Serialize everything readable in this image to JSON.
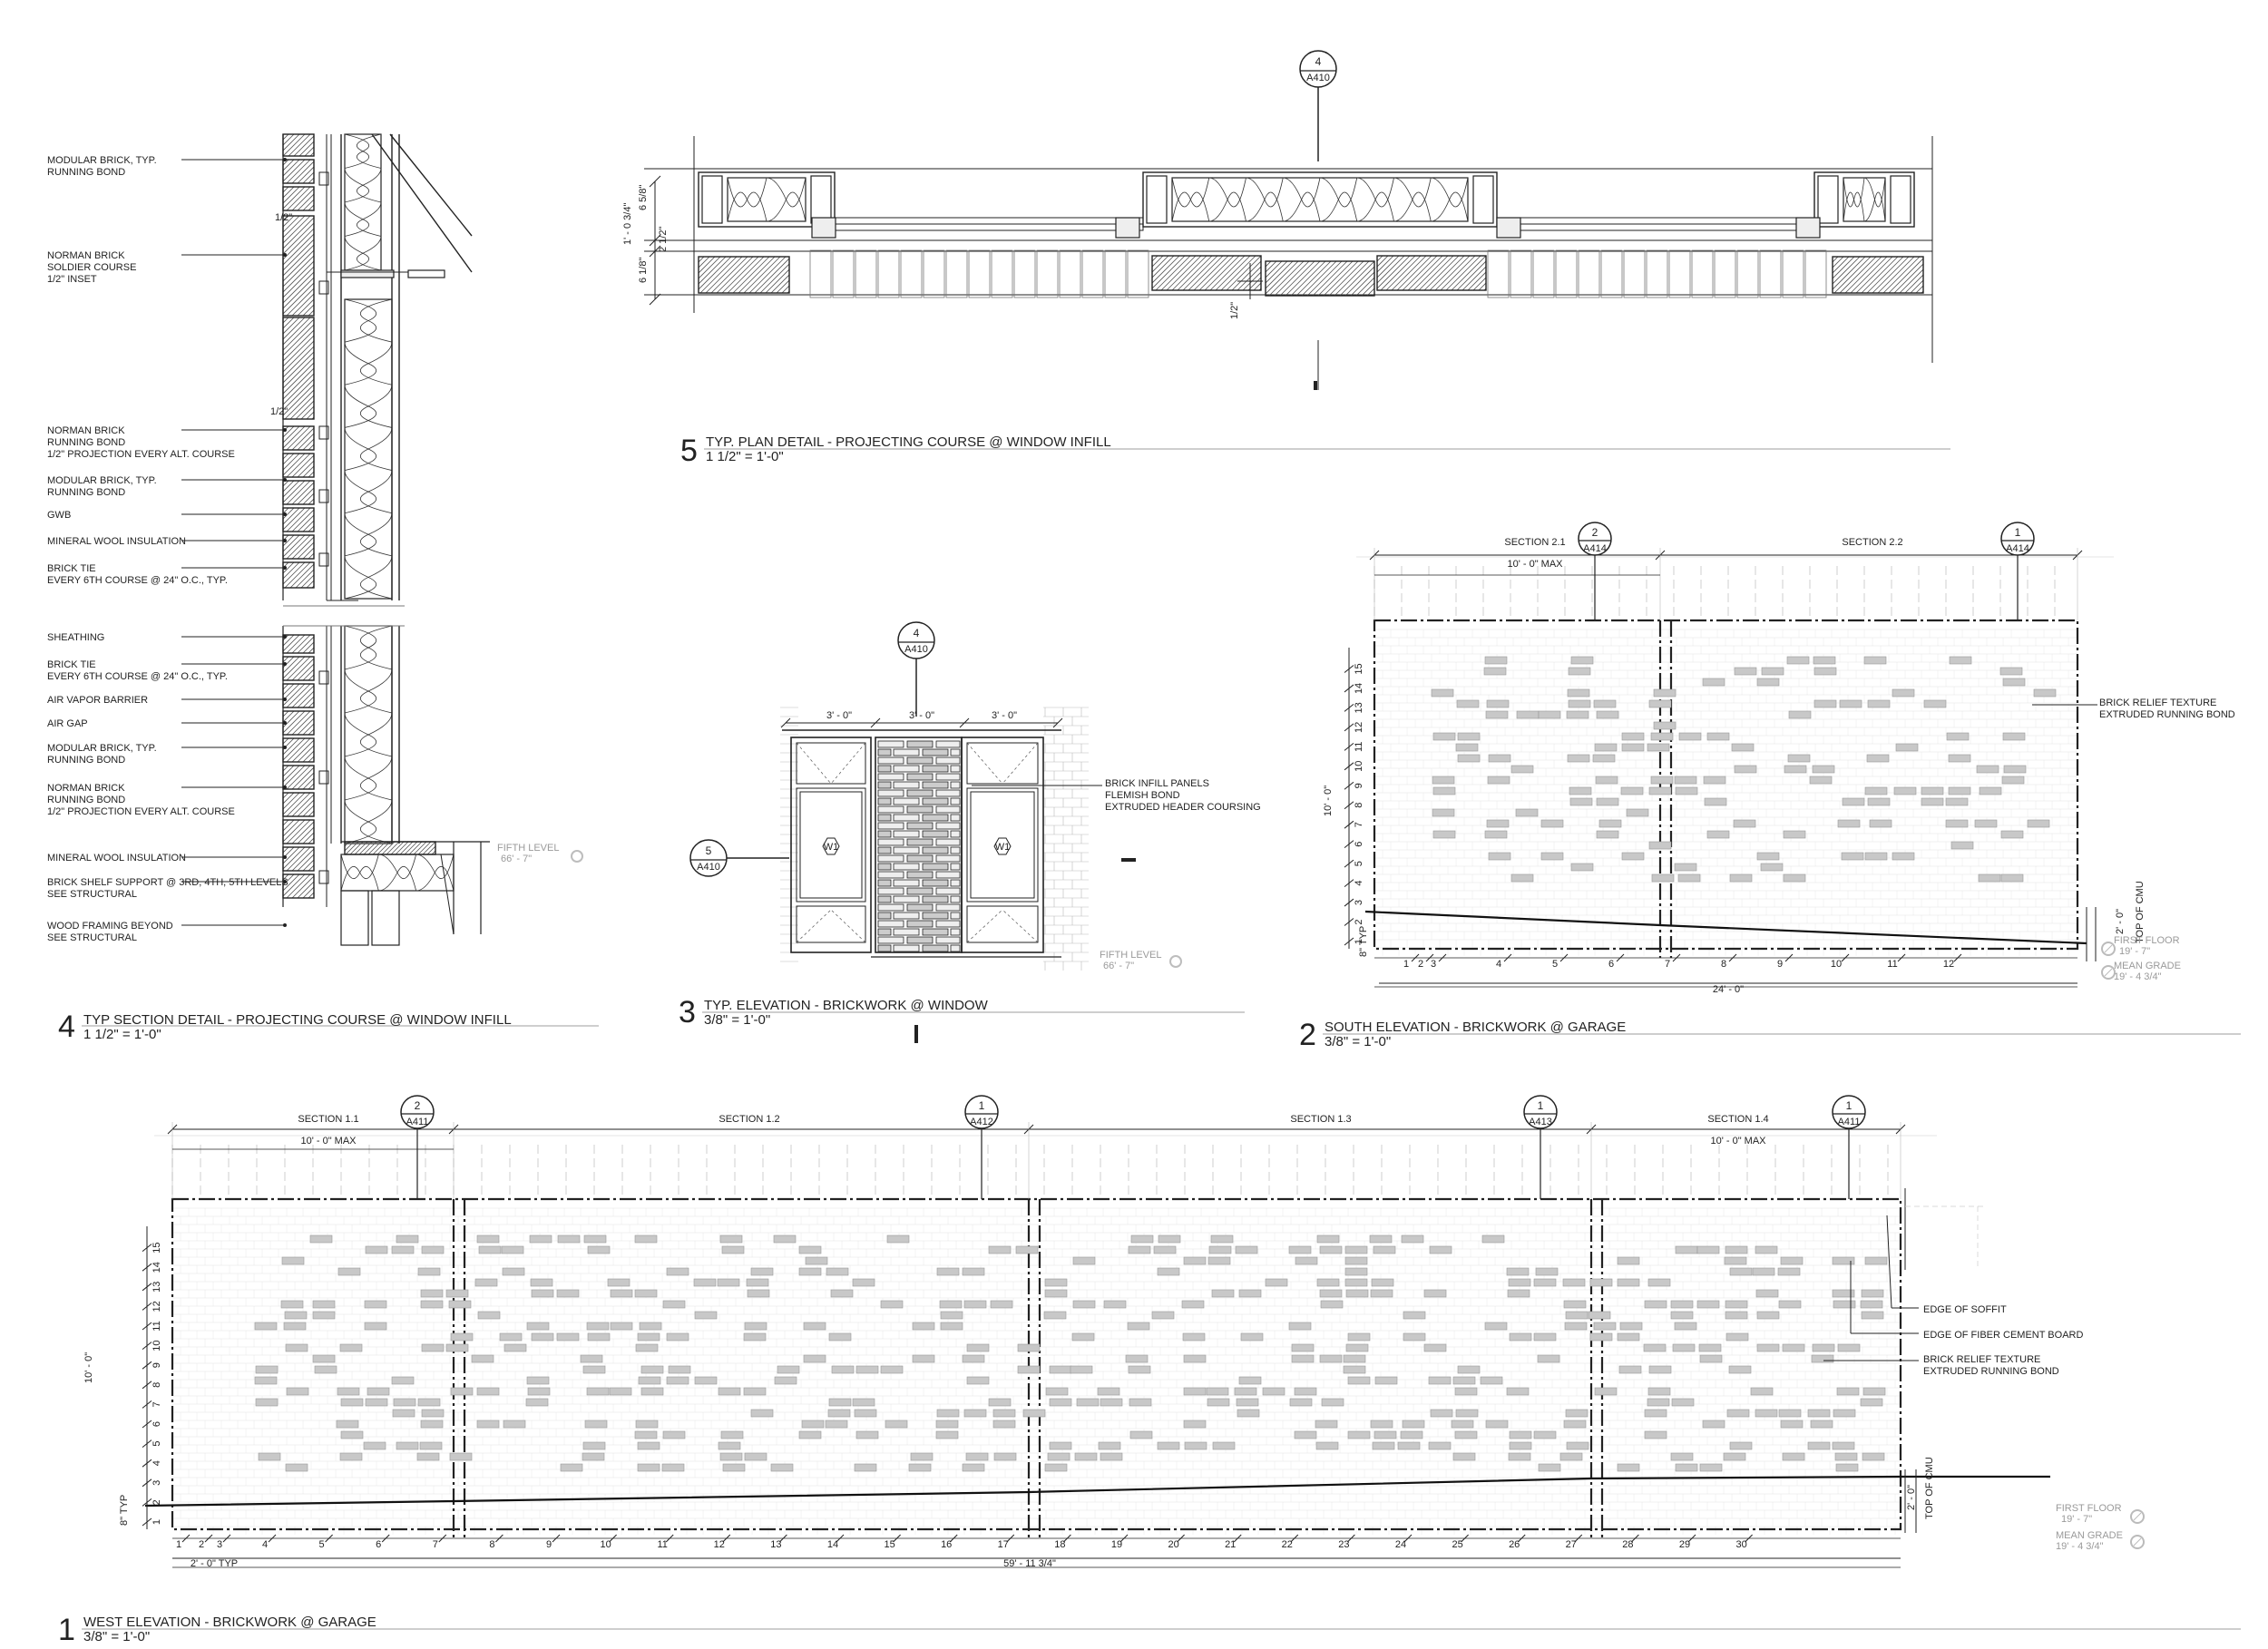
{
  "detail4": {
    "number": "4",
    "title": "TYP SECTION DETAIL - PROJECTING COURSE @ WINDOW INFILL",
    "scale": "1 1/2\" = 1'-0\"",
    "notes": [
      [
        "MODULAR BRICK, TYP.",
        "RUNNING BOND"
      ],
      [
        "NORMAN BRICK",
        "SOLDIER COURSE",
        "1/2\" INSET"
      ],
      [
        "NORMAN BRICK",
        "RUNNING BOND",
        "1/2\" PROJECTION EVERY ALT. COURSE"
      ],
      [
        "MODULAR BRICK, TYP.",
        "RUNNING BOND"
      ],
      [
        "GWB"
      ],
      [
        "MINERAL WOOL INSULATION"
      ],
      [
        "BRICK TIE",
        "EVERY 6TH COURSE @ 24\" O.C., TYP."
      ],
      [
        "SHEATHING"
      ],
      [
        "BRICK TIE",
        "EVERY 6TH COURSE @ 24\" O.C., TYP."
      ],
      [
        "AIR VAPOR BARRIER"
      ],
      [
        "AIR GAP"
      ],
      [
        "MODULAR BRICK, TYP.",
        "RUNNING BOND"
      ],
      [
        "NORMAN BRICK",
        "RUNNING BOND",
        "1/2\" PROJECTION EVERY ALT. COURSE"
      ],
      [
        "MINERAL WOOL INSULATION"
      ],
      [
        "BRICK SHELF SUPPORT @ 3RD, 4TH, 5TH LEVELS",
        "SEE STRUCTURAL"
      ],
      [
        "WOOD FRAMING BEYOND",
        "SEE STRUCTURAL"
      ]
    ],
    "dims": [
      "1/2\"",
      "1/2\""
    ],
    "level": [
      "FIFTH LEVEL",
      "66' - 7\""
    ]
  },
  "detail5": {
    "number": "5",
    "title": "TYP. PLAN DETAIL - PROJECTING COURSE @ WINDOW INFILL",
    "scale": "1 1/2\" = 1'-0\"",
    "tag": [
      "4",
      "A410"
    ],
    "dims": [
      "1' - 0 3/4\"",
      "6 5/8\"",
      "2 1/2\"",
      "6 1/8\"",
      "1/2\""
    ]
  },
  "detail3": {
    "number": "3",
    "title": "TYP. ELEVATION - BRICKWORK @ WINDOW",
    "scale": "3/8\" = 1'-0\"",
    "tag_top": [
      "4",
      "A410"
    ],
    "tag_left": [
      "5",
      "A410"
    ],
    "dims": [
      "3' - 0\"",
      "3' - 0\"",
      "3' - 0\""
    ],
    "note": [
      "BRICK INFILL PANELS",
      "FLEMISH BOND",
      "EXTRUDED HEADER COURSING"
    ],
    "window_tag": "W1",
    "level": [
      "FIFTH LEVEL",
      "66' - 7\""
    ]
  },
  "detail2": {
    "number": "2",
    "title": "SOUTH ELEVATION - BRICKWORK @ GARAGE",
    "scale": "3/8\" = 1'-0\"",
    "sections": [
      "SECTION 2.1",
      "SECTION 2.2"
    ],
    "max": "10' - 0\" MAX",
    "tags": [
      [
        "2",
        "A414"
      ],
      [
        "1",
        "A414"
      ]
    ],
    "note": [
      "BRICK RELIEF TEXTURE",
      "EXTRUDED RUNNING BOND"
    ],
    "height": "10' - 0\"",
    "typ": "8\" TYP",
    "width": "24' - 0\"",
    "cmu": [
      "2' - 0\"",
      "TOP OF CMU"
    ],
    "courses": [
      "1",
      "2",
      "3",
      "4",
      "5",
      "6",
      "7",
      "8",
      "9",
      "10",
      "11",
      "12",
      "13",
      "14",
      "15"
    ],
    "columns": [
      "1",
      "2",
      "3",
      "4",
      "5",
      "6",
      "7",
      "8",
      "9",
      "10",
      "11",
      "12"
    ],
    "levels": [
      [
        "FIRST FLOOR",
        "19' - 7\""
      ],
      [
        "MEAN GRADE",
        "19' - 4 3/4\""
      ]
    ]
  },
  "detail1": {
    "number": "1",
    "title": "WEST ELEVATION - BRICKWORK @ GARAGE",
    "scale": "3/8\" = 1'-0\"",
    "sections": [
      "SECTION 1.1",
      "SECTION 1.2",
      "SECTION 1.3",
      "SECTION 1.4"
    ],
    "max": "10' - 0\" MAX",
    "tags": [
      [
        "2",
        "A411"
      ],
      [
        "1",
        "A412"
      ],
      [
        "1",
        "A413"
      ],
      [
        "1",
        "A411"
      ]
    ],
    "notes": [
      [
        "EDGE OF SOFFIT"
      ],
      [
        "EDGE OF FIBER CEMENT BOARD"
      ],
      [
        "BRICK RELIEF TEXTURE",
        "EXTRUDED RUNNING BOND"
      ]
    ],
    "height": "10' - 0\"",
    "typ": "8\" TYP",
    "col_typ": "2' - 0\" TYP",
    "width": "59' - 11 3/4\"",
    "cmu": [
      "2' - 0\"",
      "TOP OF CMU"
    ],
    "courses": [
      "1",
      "2",
      "3",
      "4",
      "5",
      "6",
      "7",
      "8",
      "9",
      "10",
      "11",
      "12",
      "13",
      "14",
      "15"
    ],
    "columns": [
      "1",
      "2",
      "3",
      "4",
      "5",
      "6",
      "7",
      "8",
      "9",
      "10",
      "11",
      "12",
      "13",
      "14",
      "15",
      "16",
      "17",
      "18",
      "19",
      "20",
      "21",
      "22",
      "23",
      "24",
      "25",
      "26",
      "27",
      "28",
      "29",
      "30"
    ],
    "levels": [
      [
        "FIRST FLOOR",
        "19' - 7\""
      ],
      [
        "MEAN GRADE",
        "19' - 4 3/4\""
      ]
    ]
  }
}
